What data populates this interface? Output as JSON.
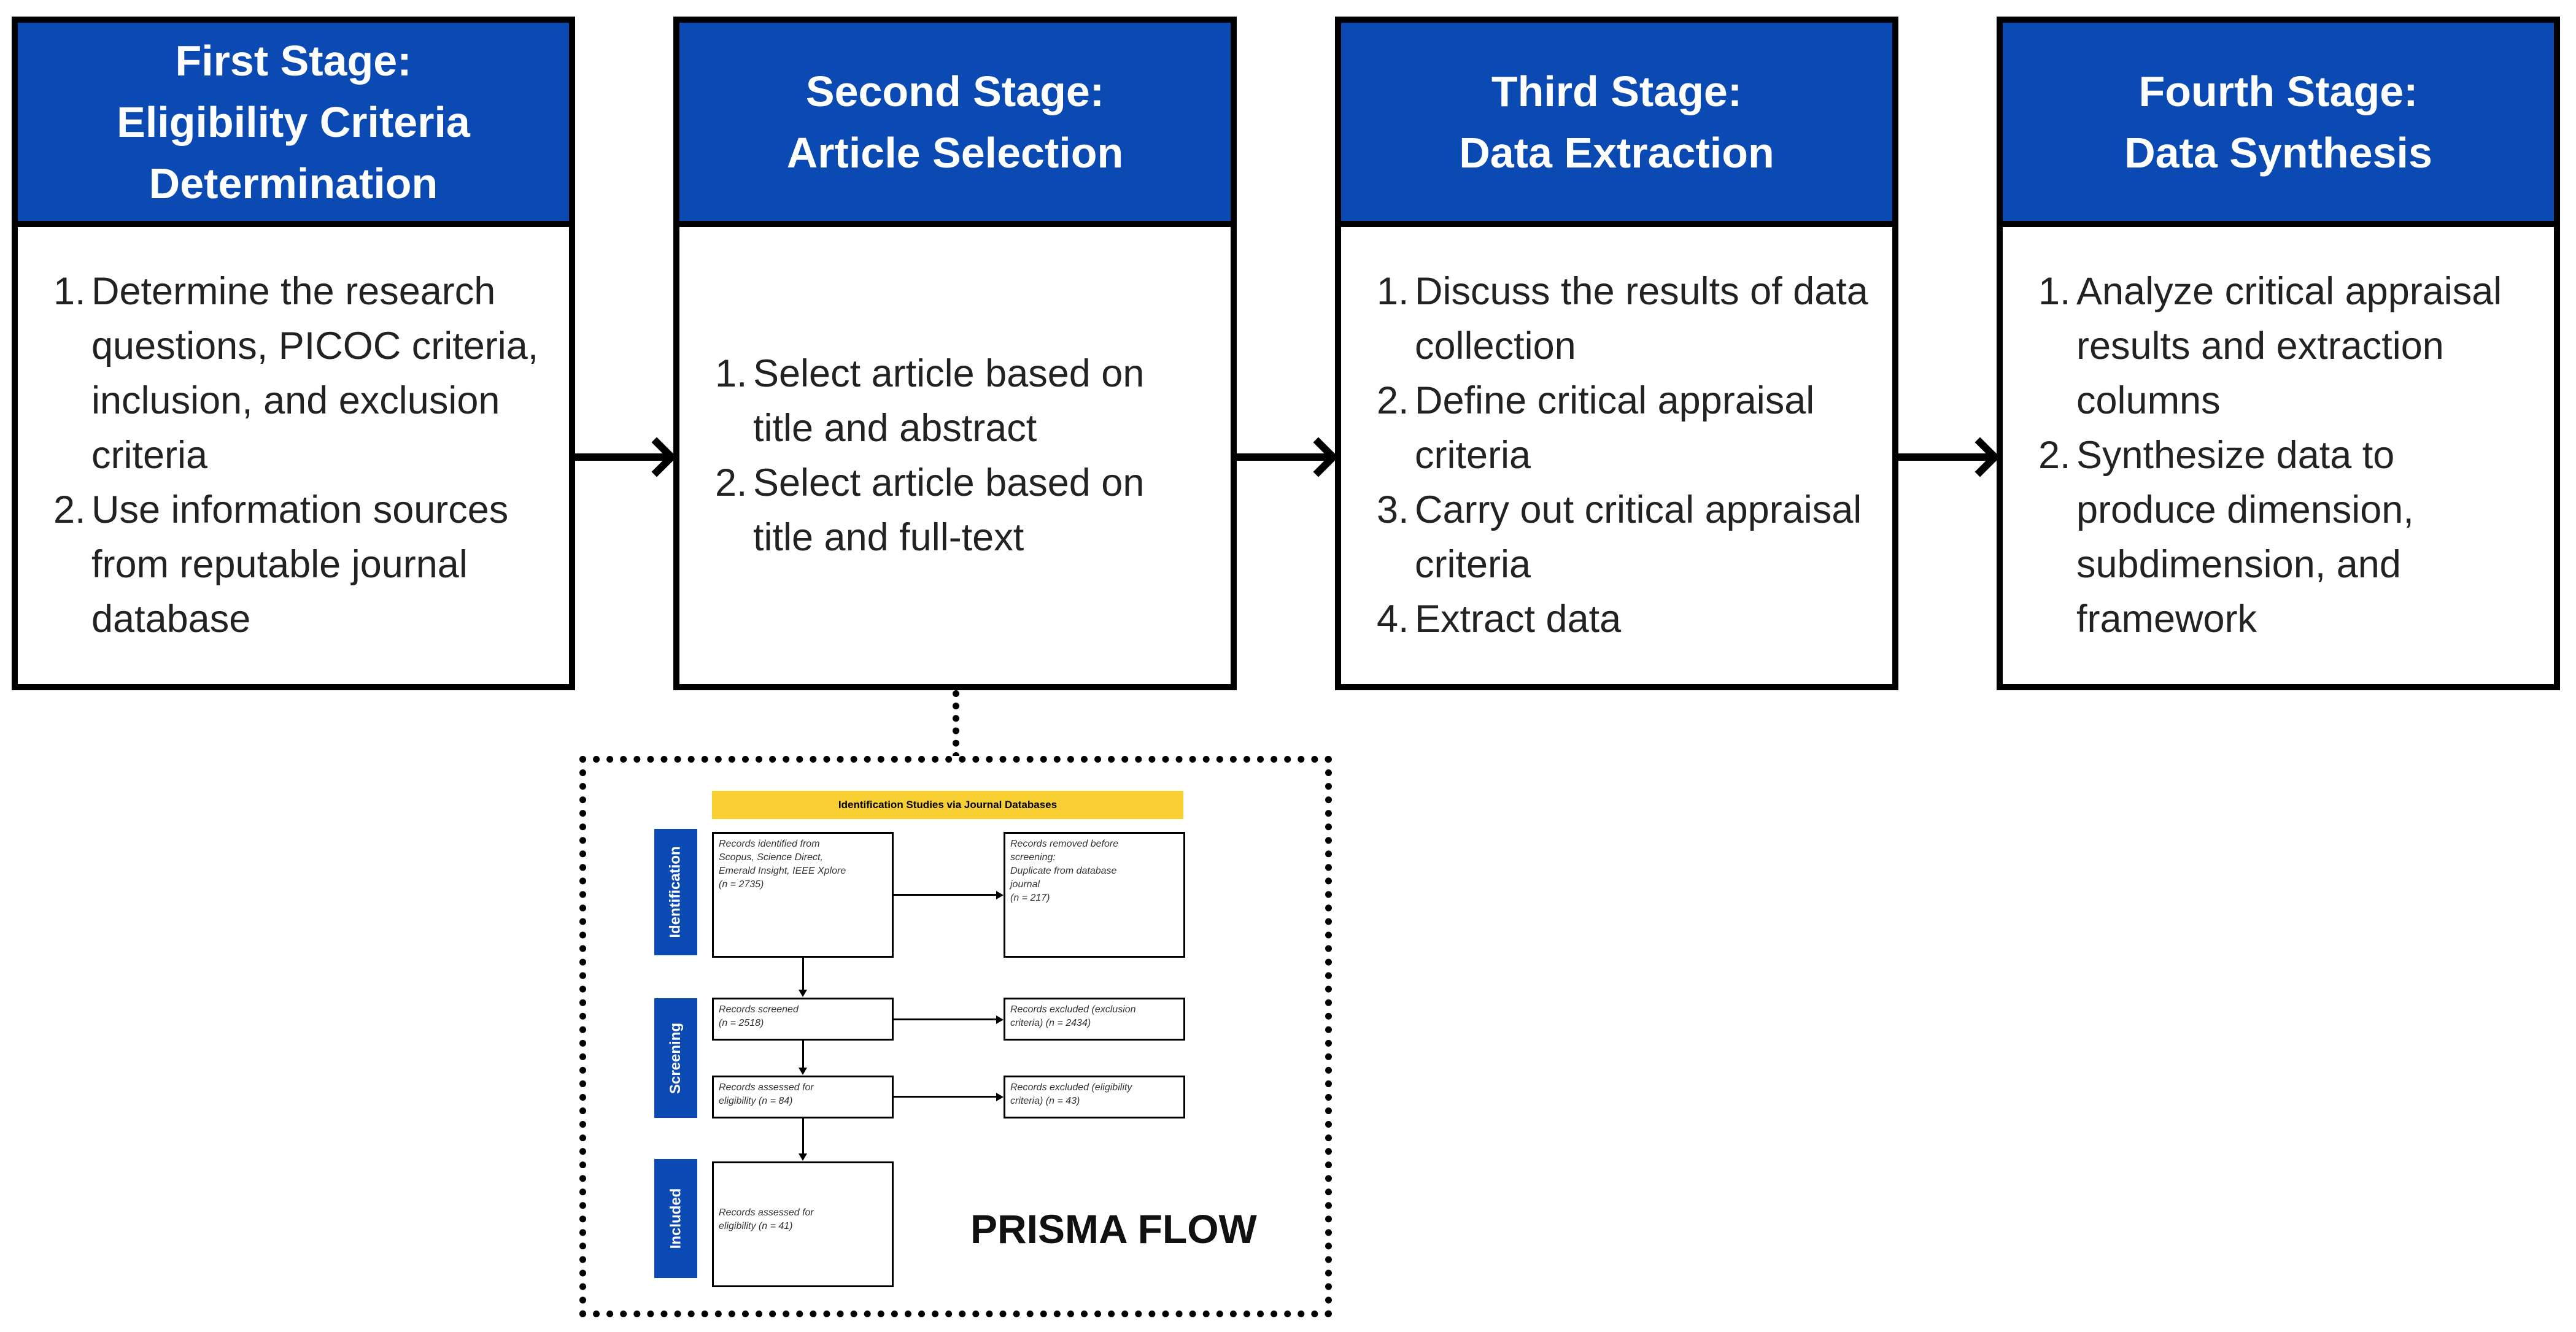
{
  "stages": [
    {
      "title": "First Stage:\nEligibility Criteria\nDetermination",
      "steps": [
        {
          "num": "1.",
          "text": "Determine the research questions, PICOC criteria, inclusion, and exclusion criteria"
        },
        {
          "num": "2.",
          "text": "Use information sources from reputable journal database"
        }
      ]
    },
    {
      "title": "Second Stage:\nArticle Selection",
      "steps": [
        {
          "num": "1.",
          "text": "Select article based on title and abstract"
        },
        {
          "num": "2.",
          "text": "Select article based on title and full-text"
        }
      ]
    },
    {
      "title": "Third Stage:\nData Extraction",
      "steps": [
        {
          "num": "1.",
          "text": "Discuss the results of data collection"
        },
        {
          "num": "2.",
          "text": "Define critical appraisal criteria"
        },
        {
          "num": "3.",
          "text": "Carry out critical appraisal criteria"
        },
        {
          "num": "4.",
          "text": "Extract data"
        }
      ]
    },
    {
      "title": "Fourth Stage:\nData Synthesis",
      "steps": [
        {
          "num": "1.",
          "text": "Analyze critical appraisal results and extraction columns"
        },
        {
          "num": "2.",
          "text": "Synthesize data to produce dimension, subdimension, and framework"
        }
      ]
    }
  ],
  "prisma": {
    "banner": "Identification Studies via Journal Databases",
    "phases": [
      "Identification",
      "Screening",
      "Included"
    ],
    "boxes": {
      "identified": "Records identified from\nScopus, Science Direct,\nEmerald Insight, IEEE Xplore\n(n = 2735)",
      "removed": "Records removed before\nscreening:\nDuplicate from database\njournal\n(n = 217)",
      "screened": "Records screened\n(n = 2518)",
      "excluded_exclusion": "Records excluded (exclusion\ncriteria) (n = 2434)",
      "assessed": "Records assessed for\neligibility (n = 84)",
      "excluded_eligibility": "Records excluded (eligibility\ncriteria) (n = 43)",
      "included": "Records assessed for\neligibility (n = 41)"
    },
    "label": "PRISMA FLOW"
  }
}
